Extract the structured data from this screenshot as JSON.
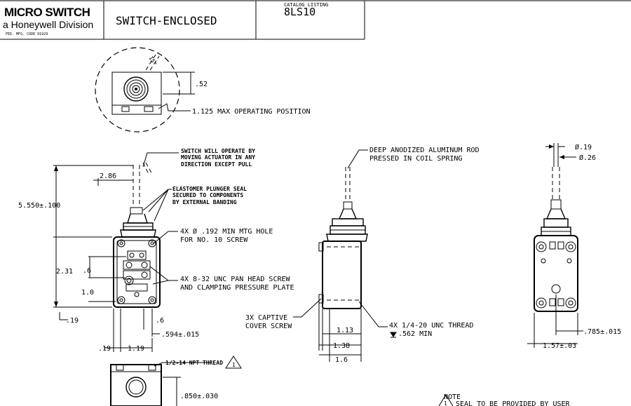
{
  "title_block": {
    "brand": "MICRO SWITCH",
    "division": "a Honeywell Division",
    "fed_code": "FED. MFG. CODE 91929",
    "product_title": "SWITCH-ENCLOSED",
    "catalog_caption": "CATALOG LISTING",
    "catalog_number": "8LS10"
  },
  "top_view": {
    "angle": "15°",
    "dim_height": ".52",
    "max_operating": "1.125 MAX OPERATING POSITION"
  },
  "front_view": {
    "note_operate": [
      "SWITCH WILL OPERATE BY",
      "MOVING ACTUATOR IN ANY",
      "DIRECTION EXCEPT PULL"
    ],
    "note_seal": [
      "ELASTOMER PLUNGER SEAL",
      "SECURED TO COMPONENTS",
      "BY EXTERNAL BANDING"
    ],
    "note_mtg_hole": [
      "4X  Ø  .192 MIN MTG HOLE",
      "FOR NO. 10 SCREW"
    ],
    "note_screw": [
      "4X 8-32 UNC PAN HEAD SCREW",
      "AND CLAMPING PRESSURE PLATE"
    ],
    "dim_overall": "5.550±.100",
    "dim_actuator": "2.86",
    "dim_body": "2.31",
    "dim_6_left": ".6",
    "dim_1_0": "1.0",
    "dim_19_left": ".19",
    "dim_6_right": ".6",
    "dim_594": ".594±.015",
    "dim_19_bottom": ".19",
    "dim_1_19": "1.19"
  },
  "bottom_view": {
    "note_thread": "1/2-14 NPT THREAD",
    "seal_mark": "1",
    "dim_850": ".850±.030"
  },
  "side_view": {
    "note_rod": [
      "DEEP ANODIZED ALUMINUM ROD",
      "PRESSED IN COIL SPRING"
    ],
    "note_captive": [
      "3X CAPTIVE",
      "COVER SCREW"
    ],
    "note_thread": [
      "4X  1/4-20 UNC THREAD",
      ".562 MIN"
    ],
    "dim_113": "1.13",
    "dim_138": "1.38",
    "dim_16": "1.6"
  },
  "rear_view": {
    "dim_19": "Ø.19",
    "dim_26": "Ø.26",
    "dim_785": ".785±.015",
    "dim_157": "1.57±.03"
  },
  "notes": {
    "heading": "NOTE",
    "mark": "1",
    "note_1": "SEAL TO BE PROVIDED BY USER"
  }
}
